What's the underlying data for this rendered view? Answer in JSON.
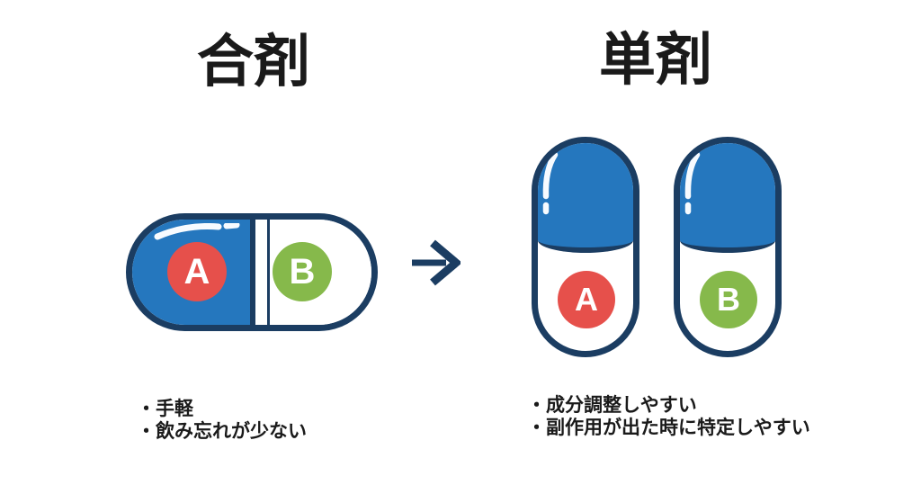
{
  "left": {
    "title": "合剤",
    "capsule": {
      "component_a": "A",
      "component_b": "B"
    },
    "bullets": [
      "・手軽",
      "・飲み忘れが少ない"
    ]
  },
  "right": {
    "title": "単剤",
    "capsule_a_label": "A",
    "capsule_b_label": "B",
    "bullets": [
      "・成分調整しやすい",
      "・副作用が出た時に特定しやすい"
    ]
  },
  "icons": {
    "arrow": "right-arrow",
    "capsule_shine": "highlight-gloss"
  },
  "colors": {
    "outline": "#1b3d62",
    "blue": "#2577be",
    "red": "#e6504b",
    "green": "#86b94b",
    "ink": "#1a1a1a",
    "bg": "#ffffff"
  }
}
